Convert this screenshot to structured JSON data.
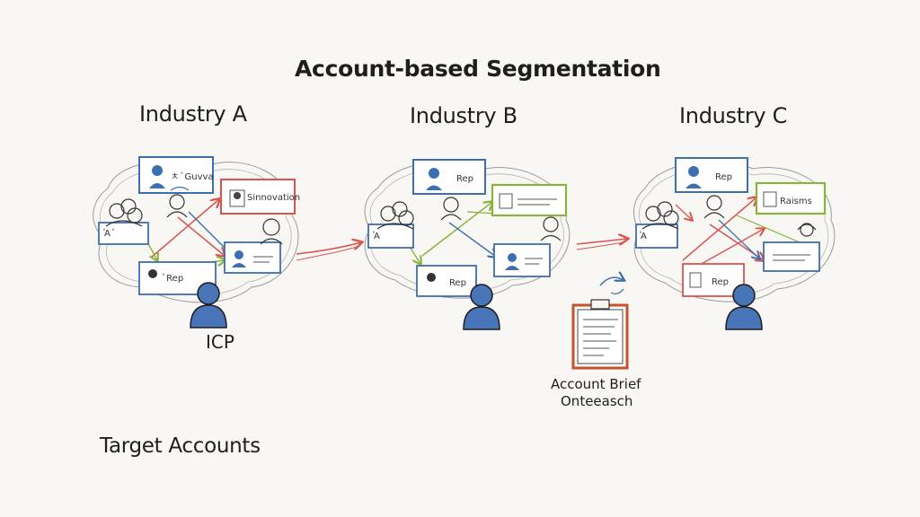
{
  "title": "Account-based Segmentation",
  "industries": [
    {
      "label": "Industry A"
    },
    {
      "label": "Industry B"
    },
    {
      "label": "Industry C"
    }
  ],
  "icp_label": "ICP",
  "target_label": "Target Accounts",
  "account_brief": {
    "line1": "Account Brief",
    "line2": "Onteeasch"
  },
  "card_labels": {
    "a_top": "ㅊ ꙴ Guvva",
    "a_right": "Sinnovation",
    "a_left": "ꙴA ꙴ",
    "a_bottom": "ꙴ Rep",
    "b_top": "Rep",
    "b_left": "ꙴA",
    "b_bottom": "Rep",
    "c_top": "Rep",
    "c_left": "ꙴA",
    "c_right": "Raisms",
    "c_bottom": "Rep"
  },
  "colors": {
    "ink": "#1e1e1e",
    "blue": "#3d6fb0",
    "red": "#d9534f",
    "green": "#8bb33c",
    "orange": "#c5522a"
  }
}
